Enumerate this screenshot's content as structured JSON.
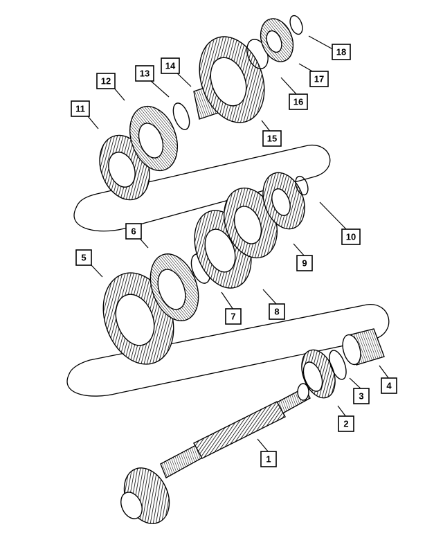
{
  "callouts": [
    {
      "id": "c1",
      "label": "1"
    },
    {
      "id": "c2",
      "label": "2"
    },
    {
      "id": "c3",
      "label": "3"
    },
    {
      "id": "c4",
      "label": "4"
    },
    {
      "id": "c5",
      "label": "5"
    },
    {
      "id": "c6",
      "label": "6"
    },
    {
      "id": "c7",
      "label": "7"
    },
    {
      "id": "c8",
      "label": "8"
    },
    {
      "id": "c9",
      "label": "9"
    },
    {
      "id": "c10",
      "label": "10"
    },
    {
      "id": "c11",
      "label": "11"
    },
    {
      "id": "c12",
      "label": "12"
    },
    {
      "id": "c13",
      "label": "13"
    },
    {
      "id": "c14",
      "label": "14"
    },
    {
      "id": "c15",
      "label": "15"
    },
    {
      "id": "c16",
      "label": "16"
    },
    {
      "id": "c17",
      "label": "17"
    },
    {
      "id": "c18",
      "label": "18"
    }
  ],
  "colors": {
    "line": "#000000",
    "background": "#ffffff",
    "fill_light": "#e8e8e8"
  }
}
